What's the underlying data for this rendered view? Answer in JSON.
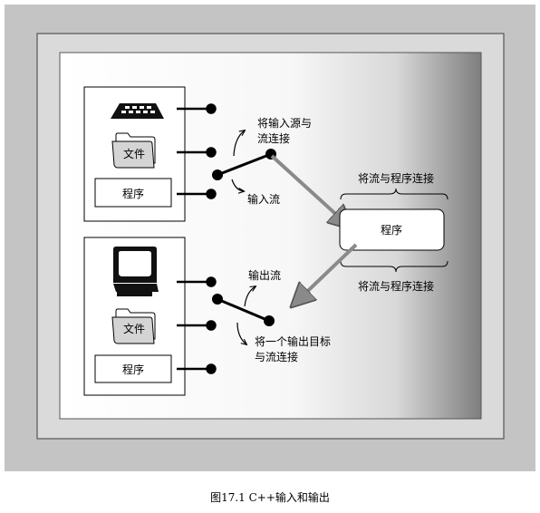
{
  "input_group": {
    "folder_label": "文件",
    "program_label": "程序"
  },
  "output_group": {
    "folder_label": "文件",
    "program_label": "程序"
  },
  "center_program_label": "程序",
  "annotations": {
    "connect_input_line1": "将输入源与",
    "connect_input_line2": "流连接",
    "input_stream": "输入流",
    "output_stream": "输出流",
    "connect_output_line1": "将一个输出目标",
    "connect_output_line2": "与流连接",
    "program_connect_top": "将流与程序连接",
    "program_connect_bottom": "将流与程序连接"
  },
  "caption": "图17.1 C++输入和输出",
  "icons": [
    "keyboard-icon",
    "folder-icon",
    "monitor-icon"
  ],
  "colors": {
    "outer_gray": "#c4c4c4",
    "frame_gray": "#dadada",
    "line_black": "#000000",
    "arrow_gray": "#8a8a8a"
  }
}
